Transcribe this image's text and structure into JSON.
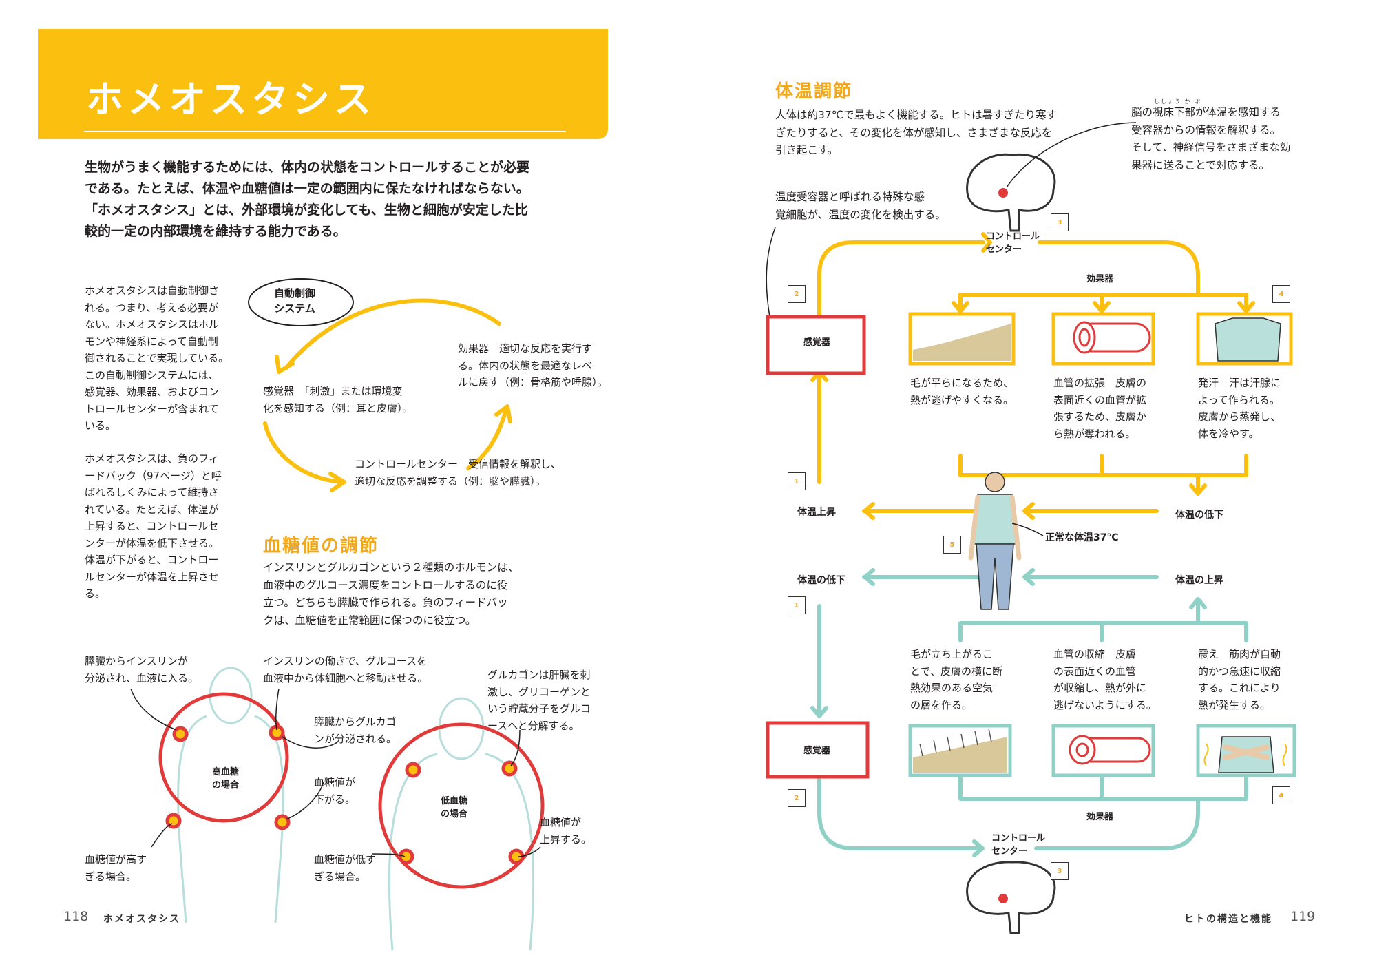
{
  "left_page": {
    "title": "ホメオスタシス",
    "intro": "生物がうまく機能するためには、体内の状態をコントロールすることが必要\nである。たとえば、体温や血糖値は一定の範囲内に保たなければならない。\n「ホメオスタシス」とは、外部環境が変化しても、生物と細胞が安定した比\n較的一定の内部環境を維持する能力である。",
    "sidebar_1": "ホメオスタシスは自動制御さ\nれる。つまり、考える必要が\nない。ホメオスタシスはホル\nモンや神経系によって自動制\n御されることで実現している。\nこの自動制御システムには、\n感覚器、効果器、およびコン\nトロールセンターが含まれて\nいる。",
    "sidebar_2": "ホメオスタシスは、負のフィ\nードバック（97ページ）と呼\nばれるしくみによって維持さ\nれている。たとえば、体温が\n上昇すると、コントロールセ\nンターが体温を低下させる。\n体温が下がると、コントロー\nルセンターが体温を上昇させ\nる。",
    "cycle": {
      "bubble": "自動制御\nシステム",
      "sensor": "感覚器　「刺激」または環境変\n化を感知する（例：耳と皮膚）。",
      "effector": "効果器　適切な反応を実行す\nる。体内の状態を最適なレベ\nルに戻す（例：骨格筋や唾腺）。",
      "control": "コントロールセンター　受信情報を解釈し、\n適切な反応を調整する（例：脳や膵臓）。"
    },
    "blood_heading": "血糖値の調節",
    "blood_text": "インスリンとグルカゴンという２種類のホルモンは、\n血液中のグルコース濃度をコントロールするのに役\n立つ。どちらも膵臓で作られる。負のフィードバッ\nクは、血糖値を正常範囲に保つのに役立つ。",
    "labels": {
      "insulin_release": "膵臓からインスリンが\n分泌され、血液に入る。",
      "insulin_action": "インスリンの働きで、グルコースを\n血液中から体細胞へと移動させる。",
      "glucagon_action": "グルカゴンは肝臓を刺\n激し、グリコーゲンと\nいう貯蔵分子をグルコ\nースへと分解する。",
      "glucagon_release": "膵臓からグルカゴ\nンが分泌される。",
      "sugar_drops": "血糖値が\n下がる。",
      "sugar_rises": "血糖値が\n上昇する。",
      "high_sugar": "血糖値が高す\nぎる場合。",
      "low_sugar": "血糖値が低す\nぎる場合。",
      "high_case": "高血糖\nの場合",
      "low_case": "低血糖\nの場合"
    },
    "page_number": "118",
    "footer": "ホメオスタシス"
  },
  "right_page": {
    "heading": "体温調節",
    "intro": "人体は約37℃で最もよく機能する。ヒトは暑すぎたり寒す\nぎたりすると、その変化を体が感知し、さまざまな反応を\n引き起こす。",
    "brain_note": "脳の視床下部が体温を感知する\n受容器からの情報を解釈する。\nそして、神経信号をさまざまな効\n果器に送ることで対応する。",
    "ruby": "ししょう か ぶ",
    "receptor_note": "温度受容器と呼ばれる特殊な感\n覚細胞が、温度の変化を検出する。",
    "control_center": "コントロール\nセンター",
    "effectors": "効果器",
    "sensor": "感覚器",
    "hot": {
      "hair": "毛が平らになるため、\n熱が逃げやすくなる。",
      "vessels": "血管の拡張　皮膚の\n表面近くの血管が拡\n張するため、皮膚か\nら熱が奪われる。",
      "sweat": "発汗　汗は汗腺に\nよって作られる。\n皮膚から蒸発し、\n体を冷やす。",
      "rise": "体温上昇",
      "drop": "体温の低下"
    },
    "normal": "正常な体温37℃",
    "cold": {
      "drop": "体温の低下",
      "rise": "体温の上昇",
      "hair": "毛が立ち上がるこ\nとで、皮膚の横に断\n熱効果のある空気\nの層を作る。",
      "vessels": "血管の収縮　皮膚\nの表面近くの血管\nが収縮し、熱が外に\n逃げないようにする。",
      "shiver": "震え　筋肉が自動\n的かつ急速に収縮\nする。これにより\n熱が発生する。"
    },
    "numbers": [
      "1",
      "2",
      "3",
      "4",
      "5"
    ],
    "page_number": "119",
    "footer": "ヒトの構造と機能"
  },
  "colors": {
    "yellow": "#fbbf0f",
    "orange": "#f2a81d",
    "red": "#e03a3a",
    "teal": "#8fd0c7",
    "ink": "#231f20"
  }
}
